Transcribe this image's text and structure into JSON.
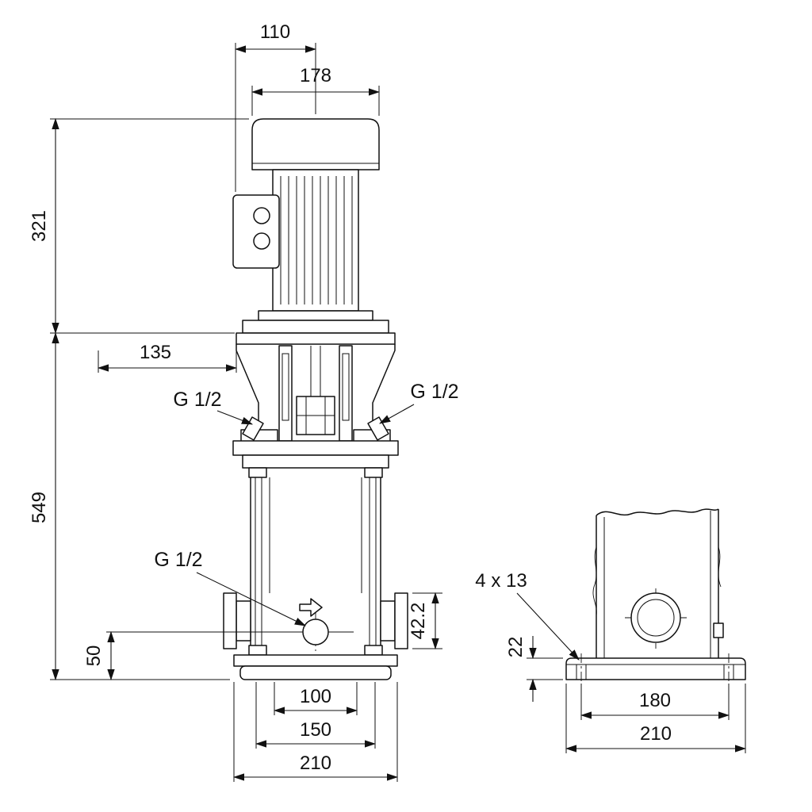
{
  "page": {
    "background": "#ffffff",
    "ink": "#111111"
  },
  "front_view": {
    "d110": "110",
    "d178": "178",
    "d321": "321",
    "d135": "135",
    "d549": "549",
    "g12_left": "G 1/2",
    "g12_right": "G 1/2",
    "g12_drain": "G 1/2",
    "d50": "50",
    "d42_2": "42.2",
    "d100": "100",
    "d150": "150",
    "d210": "210"
  },
  "side_view": {
    "bolt_holes": "4 x 13",
    "d22": "22",
    "d180": "180",
    "d210": "210"
  }
}
